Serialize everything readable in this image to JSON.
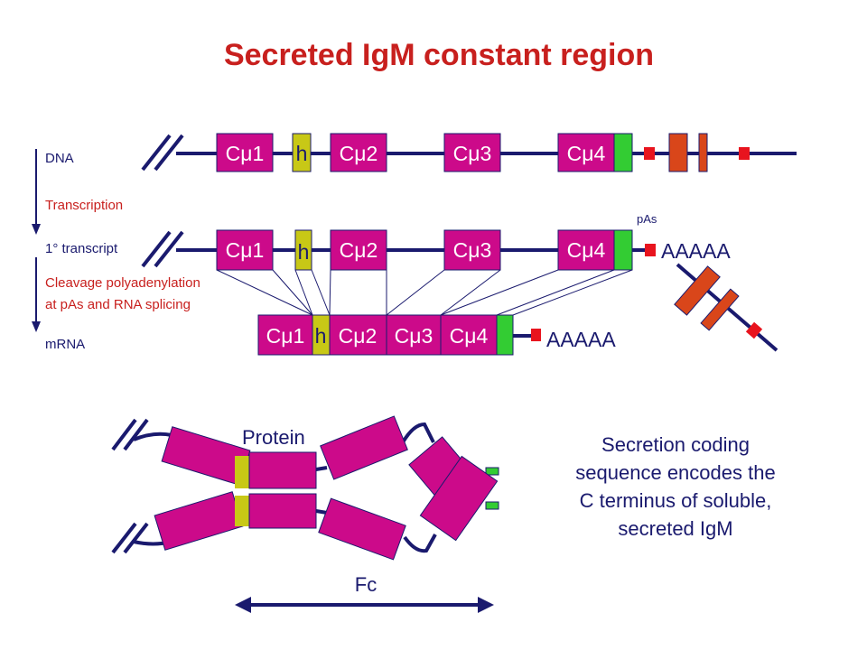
{
  "title": "Secreted IgM constant region",
  "labels": {
    "dna": "DNA",
    "transcription": "Transcription",
    "primary_transcript": "1° transcript",
    "cleavage_line1": "Cleavage polyadenylation",
    "cleavage_line2": "at pAs and RNA splicing",
    "mrna": "mRNA",
    "pas": "pAs",
    "polyA_transcript": "AAAAA",
    "polyA_mrna": "AAAAA",
    "protein": "Protein",
    "fc": "Fc"
  },
  "domains": {
    "cmu1": "Cμ1",
    "hinge": "h",
    "cmu2": "Cμ2",
    "cmu3": "Cμ3",
    "cmu4": "Cμ4"
  },
  "caption": {
    "line1": "Secretion coding",
    "line2": "sequence encodes the",
    "line3": "C terminus of soluble,",
    "line4": "secreted IgM"
  },
  "colors": {
    "title": "#c8201e",
    "domain": "#cc0a8a",
    "hinge": "#c8c816",
    "secretion": "#33cc33",
    "membrane_exon": "#d9461a",
    "pas_marker": "#e8141e",
    "line": "#1a1a6e"
  }
}
